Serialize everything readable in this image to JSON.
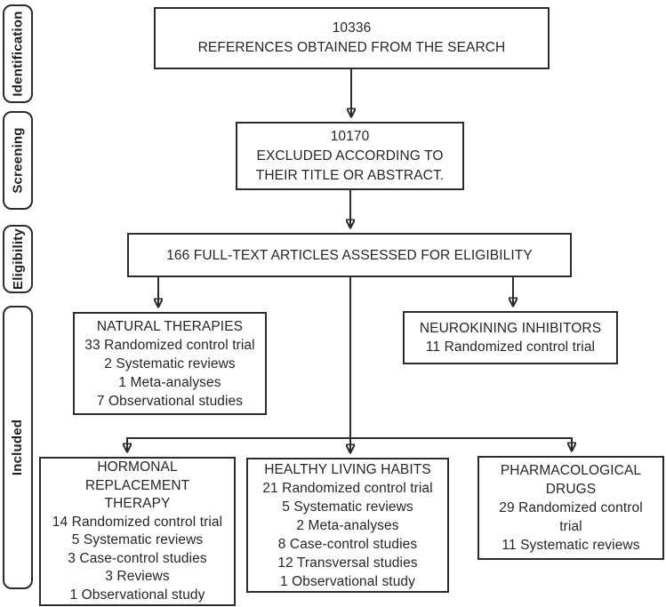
{
  "diagram": {
    "type": "prisma-flow",
    "colors": {
      "background": "#ffffff",
      "box_fill": "#ffffff",
      "border": "#2b2b2b",
      "text": "#262626",
      "arrow": "#2b2b2b"
    },
    "stages": [
      {
        "label": "Identification"
      },
      {
        "label": "Screening"
      },
      {
        "label": "Eligibility"
      },
      {
        "label": "Included"
      }
    ],
    "boxes": {
      "references": {
        "count": "10336",
        "lines": [
          "10336",
          "REFERENCES OBTAINED FROM THE SEARCH"
        ]
      },
      "excluded": {
        "count": "10170",
        "lines": [
          "10170",
          "EXCLUDED ACCORDING TO",
          "THEIR TITLE OR ABSTRACT."
        ]
      },
      "fulltext": {
        "count": "166",
        "lines": [
          "166 FULL-TEXT ARTICLES ASSESSED FOR ELIGIBILITY"
        ]
      },
      "natural": {
        "lines": [
          "NATURAL THERAPIES",
          "33 Randomized control trial",
          "2 Systematic reviews",
          "1 Meta-analyses",
          "7 Observational studies"
        ]
      },
      "neurokining": {
        "lines": [
          "NEUROKINING INHIBITORS",
          "11 Randomized control trial"
        ]
      },
      "hormonal": {
        "lines": [
          "HORMONAL",
          "REPLACEMENT",
          "THERAPY",
          "14 Randomized control trial",
          "5 Systematic reviews",
          "3 Case-control studies",
          "3 Reviews",
          "1 Observational study"
        ]
      },
      "healthy": {
        "lines": [
          "HEALTHY LIVING HABITS",
          "21 Randomized control trial",
          "5 Systematic reviews",
          "2 Meta-analyses",
          "8 Case-control studies",
          "12 Transversal studies",
          "1 Observational study"
        ]
      },
      "pharmacological": {
        "lines": [
          "PHARMACOLOGICAL",
          "DRUGS",
          "29 Randomized control",
          "trial",
          "11 Systematic reviews"
        ]
      }
    }
  }
}
